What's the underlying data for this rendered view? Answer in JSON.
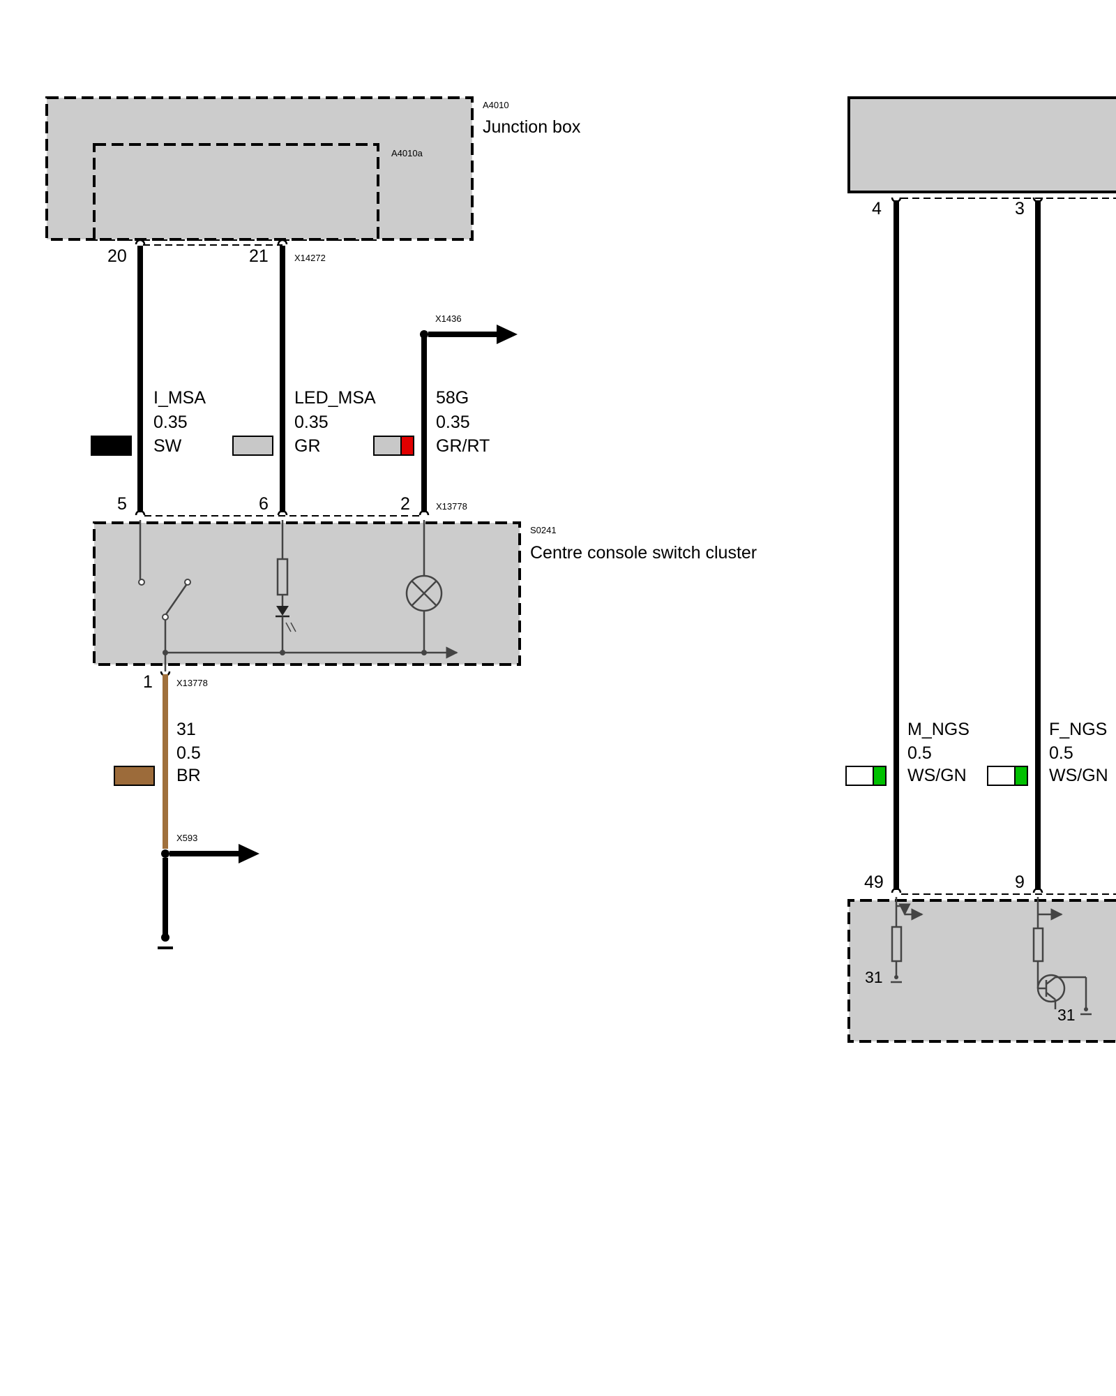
{
  "colors": {
    "box_fill": "#cccccc",
    "wire_black": "#000000",
    "wire_brown": "#a0703c",
    "swatch_sw": "#000000",
    "swatch_gr": "#c8c8c8",
    "swatch_red": "#e00000",
    "swatch_white": "#ffffff",
    "swatch_green": "#00c000",
    "swatch_brown": "#9c6b3a"
  },
  "components": {
    "junction_box": {
      "code": "A4010",
      "name": "Junction box",
      "sub_code": "A4010a"
    },
    "switch_cluster": {
      "code": "S0241",
      "name": "Centre console switch cluster"
    }
  },
  "connectors": {
    "jb": "X14272",
    "cluster_top": "X13778",
    "cluster_bottom": "X13778",
    "splice_58g": "X1436",
    "splice_31": "X593"
  },
  "pins": {
    "jb_20": "20",
    "jb_21": "21",
    "cl_5": "5",
    "cl_6": "6",
    "cl_2": "2",
    "cl_1": "1",
    "r_top_4": "4",
    "r_top_3": "3",
    "r_bot_49": "49",
    "r_bot_9": "9"
  },
  "wires": {
    "i_msa": {
      "signal": "I_MSA",
      "gauge": "0.35",
      "color": "SW"
    },
    "led_msa": {
      "signal": "LED_MSA",
      "gauge": "0.35",
      "color": "GR"
    },
    "w58g": {
      "signal": "58G",
      "gauge": "0.35",
      "color": "GR/RT"
    },
    "w31": {
      "signal": "31",
      "gauge": "0.5",
      "color": "BR"
    },
    "m_ngs": {
      "signal": "M_NGS",
      "gauge": "0.5",
      "color": "WS/GN"
    },
    "f_ngs": {
      "signal": "F_NGS",
      "gauge": "0.5",
      "color": "WS/GN"
    }
  },
  "ground_labels": {
    "g1": "31",
    "g2": "31"
  },
  "icons": [
    "switch-icon",
    "resistor-icon",
    "led-icon",
    "lamp-icon",
    "transistor-icon",
    "ground-icon",
    "arrow-icon"
  ]
}
